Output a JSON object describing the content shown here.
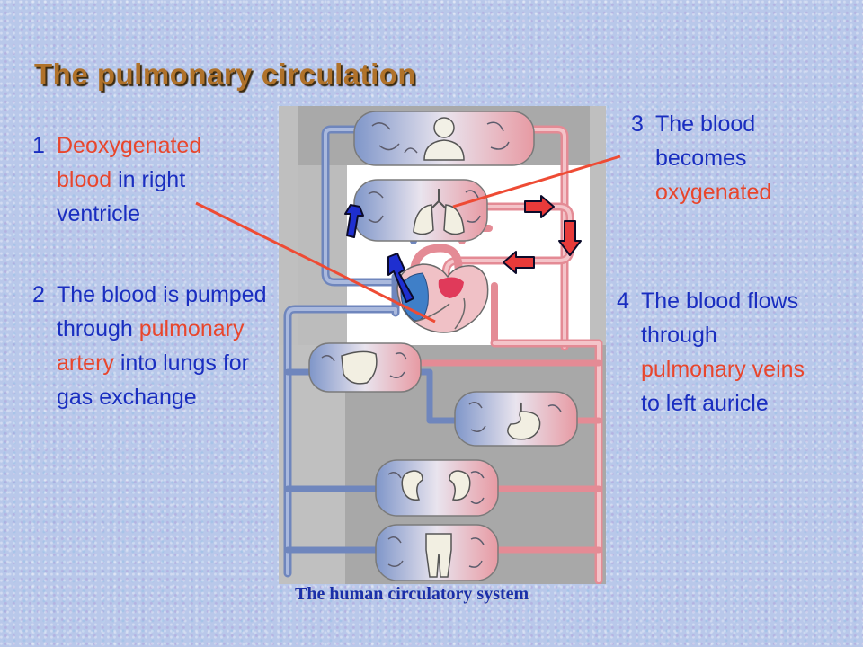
{
  "title": "The pulmonary circulation",
  "points": [
    {
      "num": "1",
      "parts": [
        {
          "text": "Deoxygenated blood",
          "color": "#e8462d"
        },
        {
          "text": " in right ventricle",
          "color": "#1a2ec0"
        }
      ]
    },
    {
      "num": "2",
      "parts": [
        {
          "text": "The blood is pumped through ",
          "color": "#1a2ec0"
        },
        {
          "text": "pulmonary artery",
          "color": "#e8462d"
        },
        {
          "text": " into lungs for gas exchange",
          "color": "#1a2ec0"
        }
      ]
    },
    {
      "num": "3",
      "parts": [
        {
          "text": "The blood becomes ",
          "color": "#1a2ec0"
        },
        {
          "text": "oxygenated",
          "color": "#e8462d"
        }
      ]
    },
    {
      "num": "4",
      "parts": [
        {
          "text": "The blood flows through ",
          "color": "#1a2ec0"
        },
        {
          "text": "pulmonary veins",
          "color": "#e8462d"
        },
        {
          "text": " to left auricle",
          "color": "#1a2ec0"
        }
      ]
    }
  ],
  "caption": "The human circulatory system",
  "colors": {
    "title": "#b0722a",
    "text_blue": "#1a2ec0",
    "text_red": "#e8462d",
    "deoxygenated_vessel": "#7c93c6",
    "oxygenated_vessel": "#e89aa2",
    "arrow_blue": "#1e2fd0",
    "arrow_red": "#e83a3a"
  },
  "diagram": {
    "organs": [
      "head-and-upper-body",
      "lungs",
      "heart",
      "liver",
      "stomach",
      "kidneys",
      "lower-body"
    ]
  }
}
